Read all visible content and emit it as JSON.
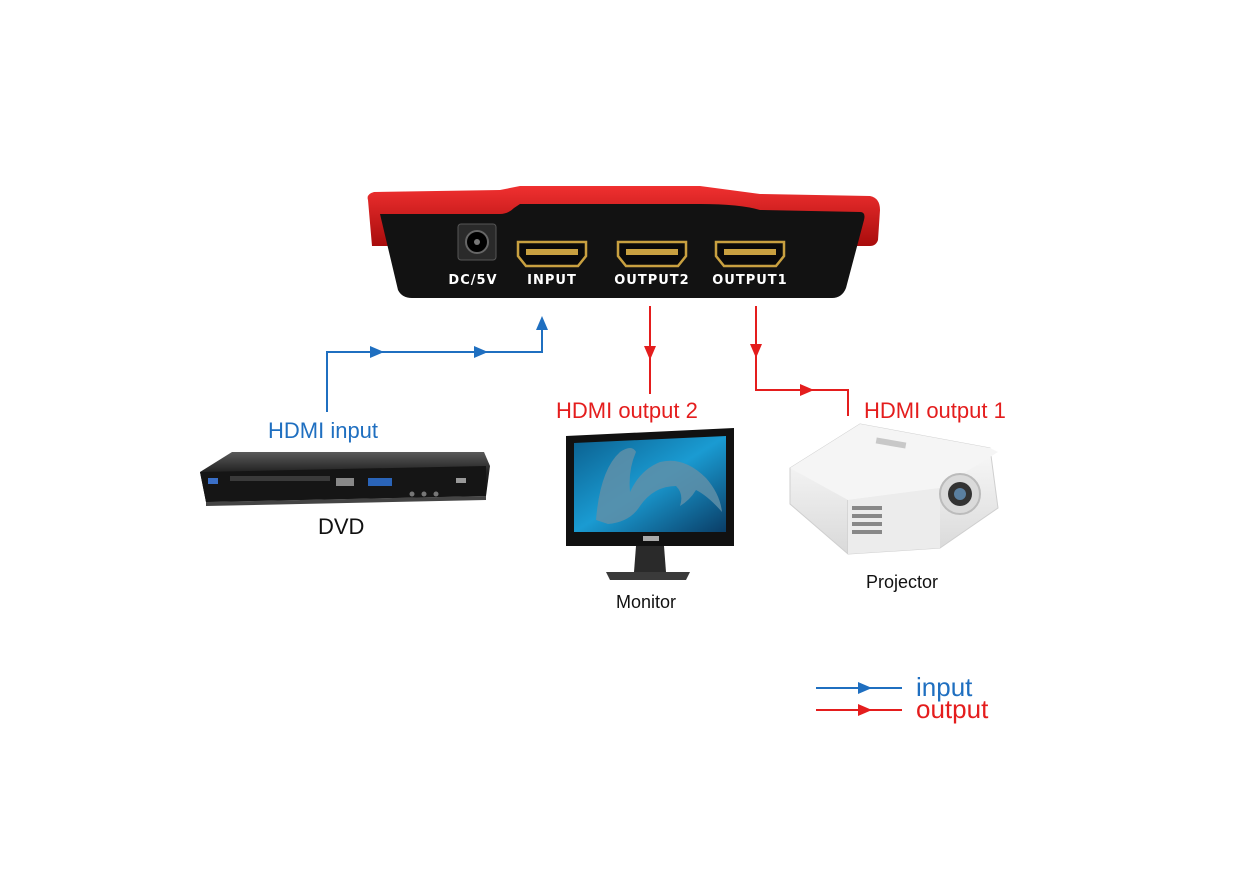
{
  "colors": {
    "input": "#1f6fc0",
    "output": "#e41d1d",
    "splitter_body": "#1a1a1a",
    "splitter_shell": "#d01818"
  },
  "splitter": {
    "ports": {
      "dc": "DC/5V",
      "input": "INPUT",
      "output2": "OUTPUT2",
      "output1": "OUTPUT1"
    }
  },
  "connections": {
    "input_label": "HDMI input",
    "output2_label": "HDMI output 2",
    "output1_label": "HDMI output 1"
  },
  "devices": {
    "dvd": "DVD",
    "monitor": "Monitor",
    "projector": "Projector"
  },
  "legend": {
    "input": "input",
    "output": "output"
  }
}
